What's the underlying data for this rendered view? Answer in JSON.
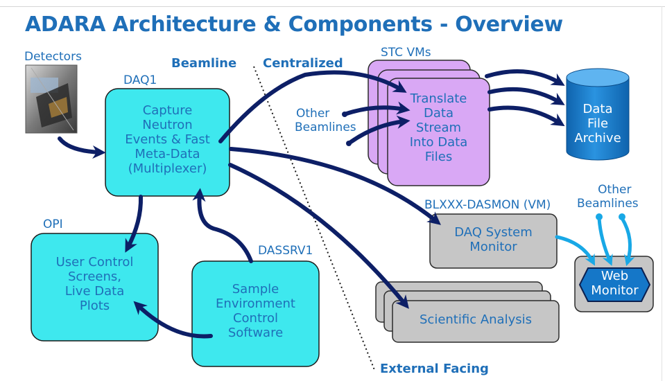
{
  "title": "ADARA Architecture & Components - Overview",
  "labels": {
    "detectors": "Detectors",
    "beamline": "Beamline",
    "centralized": "Centralized",
    "external_facing": "External Facing",
    "daq1": "DAQ1",
    "stc_vms": "STC VMs",
    "opi": "OPI",
    "dassrv1": "DASSRV1",
    "dasmon_vm": "BLXXX-DASMON (VM)",
    "other_beamlines_left": [
      "Other",
      "Beamlines"
    ],
    "other_beamlines_right": [
      "Other",
      "Beamlines"
    ]
  },
  "boxes": {
    "daq1": [
      "Capture",
      "Neutron",
      "Events & Fast",
      "Meta-Data",
      "(Multiplexer)"
    ],
    "translate": [
      "Translate",
      "Data",
      "Stream",
      "Into Data",
      "Files"
    ],
    "archive": [
      "Data",
      "File",
      "Archive"
    ],
    "dasmon": [
      "DAQ System",
      "Monitor"
    ],
    "web_monitor": [
      "Web",
      "Monitor"
    ],
    "user_control": [
      "User Control",
      "Screens,",
      "Live Data",
      "Plots"
    ],
    "sample_env": [
      "Sample",
      "Environment",
      "Control",
      "Software"
    ],
    "scientific": [
      "Scientific Analysis"
    ]
  },
  "colors": {
    "title": "#1f6fb8",
    "label": "#1f6fb8",
    "cyan_fill": "#3ee8ee",
    "purple_fill": "#d9a8f5",
    "gray_fill": "#c6c6c6",
    "archive_blue": "#1577c8",
    "arrow_dark": "#0d1f66",
    "arrow_light": "#18a8e6"
  }
}
